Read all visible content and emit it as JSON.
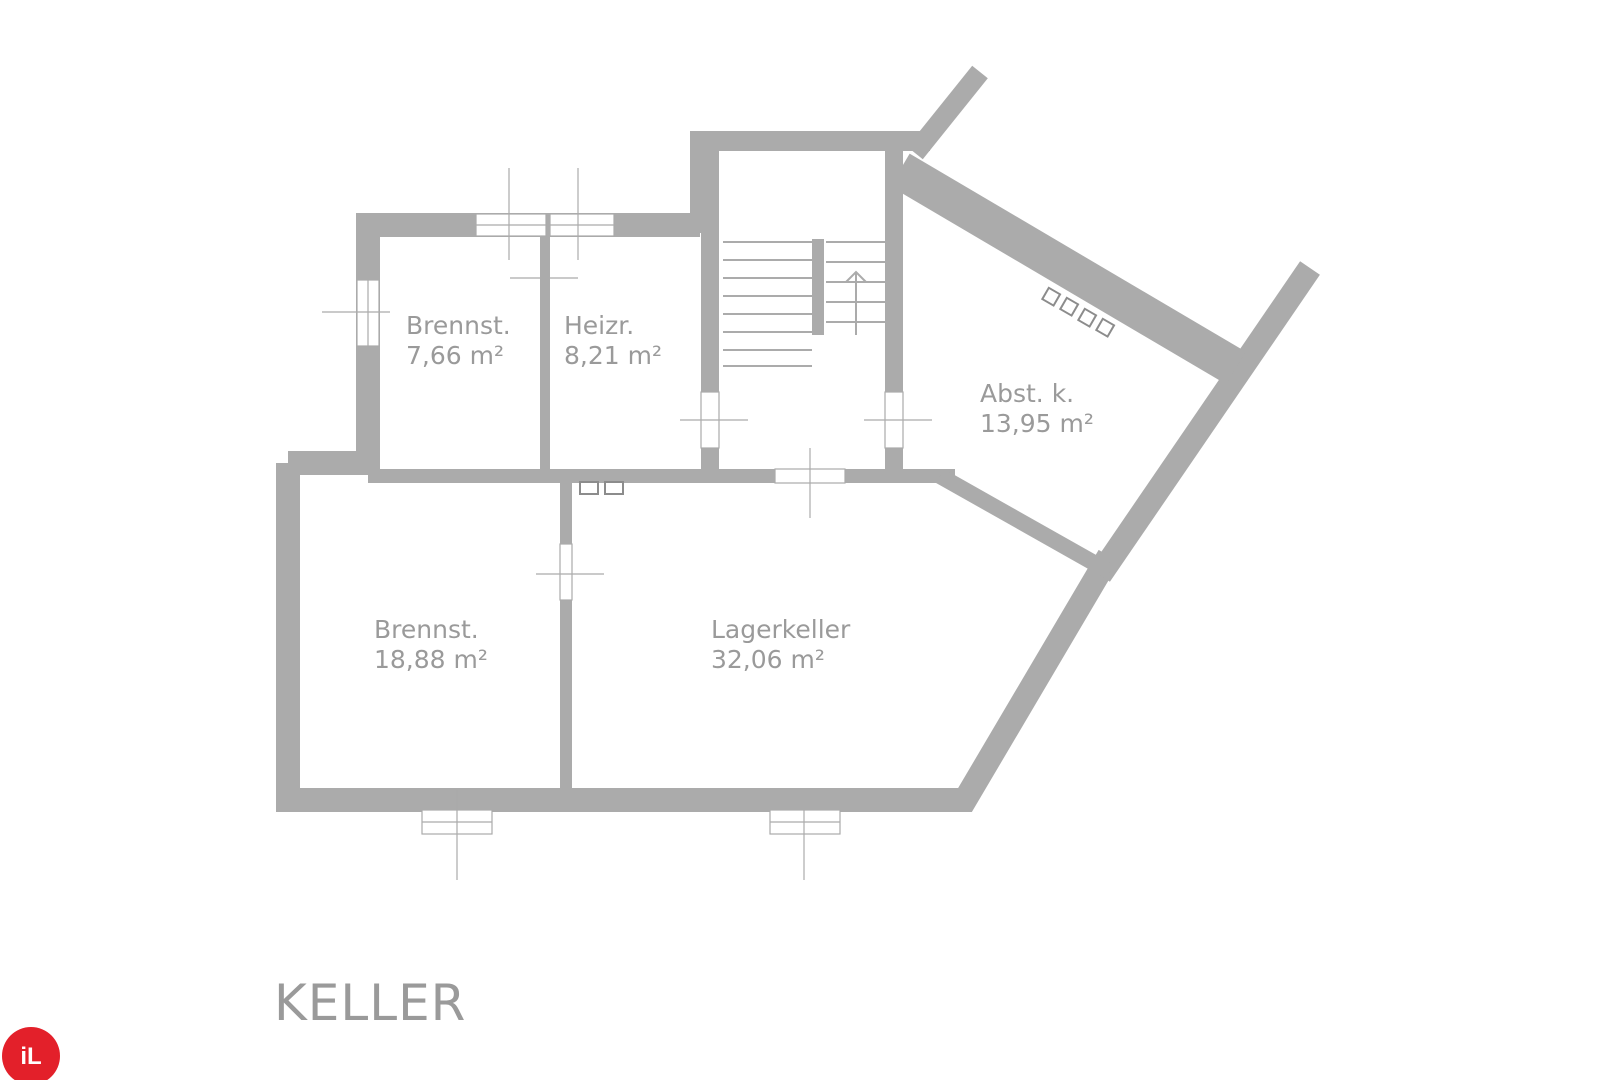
{
  "title": "KELLER",
  "logo": {
    "text": "iL",
    "color": "#e3202a"
  },
  "colors": {
    "wall": "#ababab",
    "label": "#9a9a9a",
    "background": "#ffffff"
  },
  "rooms": [
    {
      "name": "Brennst.",
      "area": "7,66 m²"
    },
    {
      "name": "Heizr.",
      "area": "8,21 m²"
    },
    {
      "name": "Abst. k.",
      "area": "13,95 m²"
    },
    {
      "name": "Brennst.",
      "area": "18,88 m²"
    },
    {
      "name": "Lagerkeller",
      "area": "32,06 m²"
    }
  ]
}
